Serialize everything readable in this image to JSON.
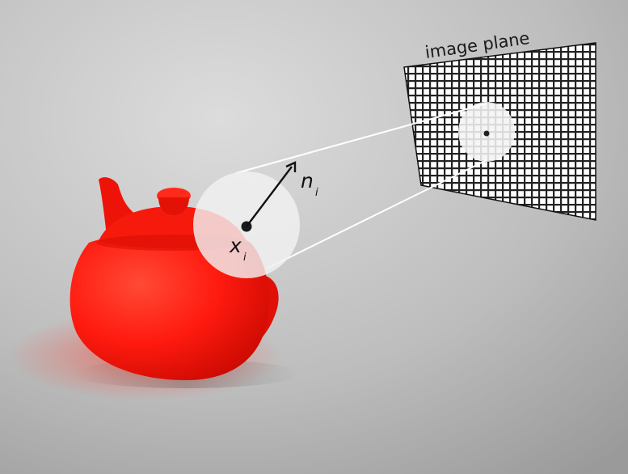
{
  "diagram": {
    "plane_label": "image plane",
    "point_label": "x",
    "point_subscript": "i",
    "normal_label": "n",
    "normal_subscript": "i"
  },
  "colors": {
    "background_light": "#d9d9d9",
    "background_dark": "#9e9e9e",
    "teapot": "#ff1a0f",
    "disc": "#f2f2f2",
    "grid_line": "#222222",
    "projection_line": "#ffffff"
  }
}
